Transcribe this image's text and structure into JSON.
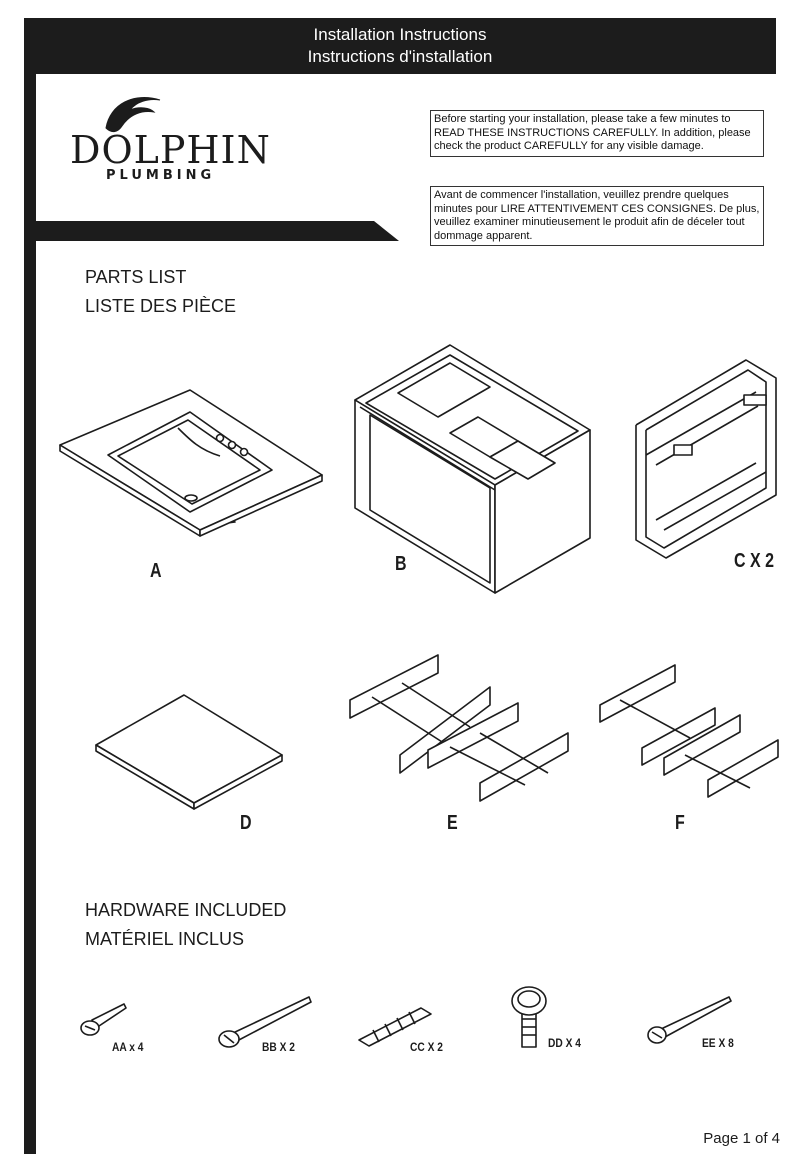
{
  "header": {
    "title_en": "Installation Instructions",
    "title_fr": "Instructions d'installation"
  },
  "brand": {
    "name": "DOLPHIN",
    "subtitle": "PLUMBING"
  },
  "notices": {
    "english": "Before starting your installation, please take a few minutes to READ THESE INSTRUCTIONS CAREFULLY. In addition, please check the product CAREFULLY for any visible damage.",
    "french": "Avant de commencer l'installation, veuillez prendre quelques minutes pour LIRE ATTENTIVEMENT CES CONSIGNES. De plus, veuillez examiner minutieusement le produit afin de déceler tout dommage apparent."
  },
  "parts": {
    "title_en": "PARTS LIST",
    "title_fr": "LISTE DES PIÈCE",
    "items": [
      {
        "label": "A",
        "icon": "vanity-top-sink-icon"
      },
      {
        "label": "B",
        "icon": "cabinet-drawer-icon"
      },
      {
        "label": "C X 2",
        "icon": "support-frame-icon"
      },
      {
        "label": "D",
        "icon": "shelf-panel-icon"
      },
      {
        "label": "E",
        "icon": "large-drawer-divider-icon"
      },
      {
        "label": "F",
        "icon": "small-drawer-divider-icon"
      }
    ]
  },
  "hardware": {
    "title_en": "HARDWARE INCLUDED",
    "title_fr": "MATÉRIEL INCLUS",
    "items": [
      {
        "label": "AA x 4",
        "icon": "short-screw-icon"
      },
      {
        "label": "BB X 2",
        "icon": "long-screw-icon"
      },
      {
        "label": "CC X 2",
        "icon": "wall-anchor-icon"
      },
      {
        "label": "DD X 4",
        "icon": "leveling-bolt-icon"
      },
      {
        "label": "EE X 8",
        "icon": "wood-screw-icon"
      }
    ]
  },
  "footer": {
    "page": "Page 1 of 4"
  }
}
